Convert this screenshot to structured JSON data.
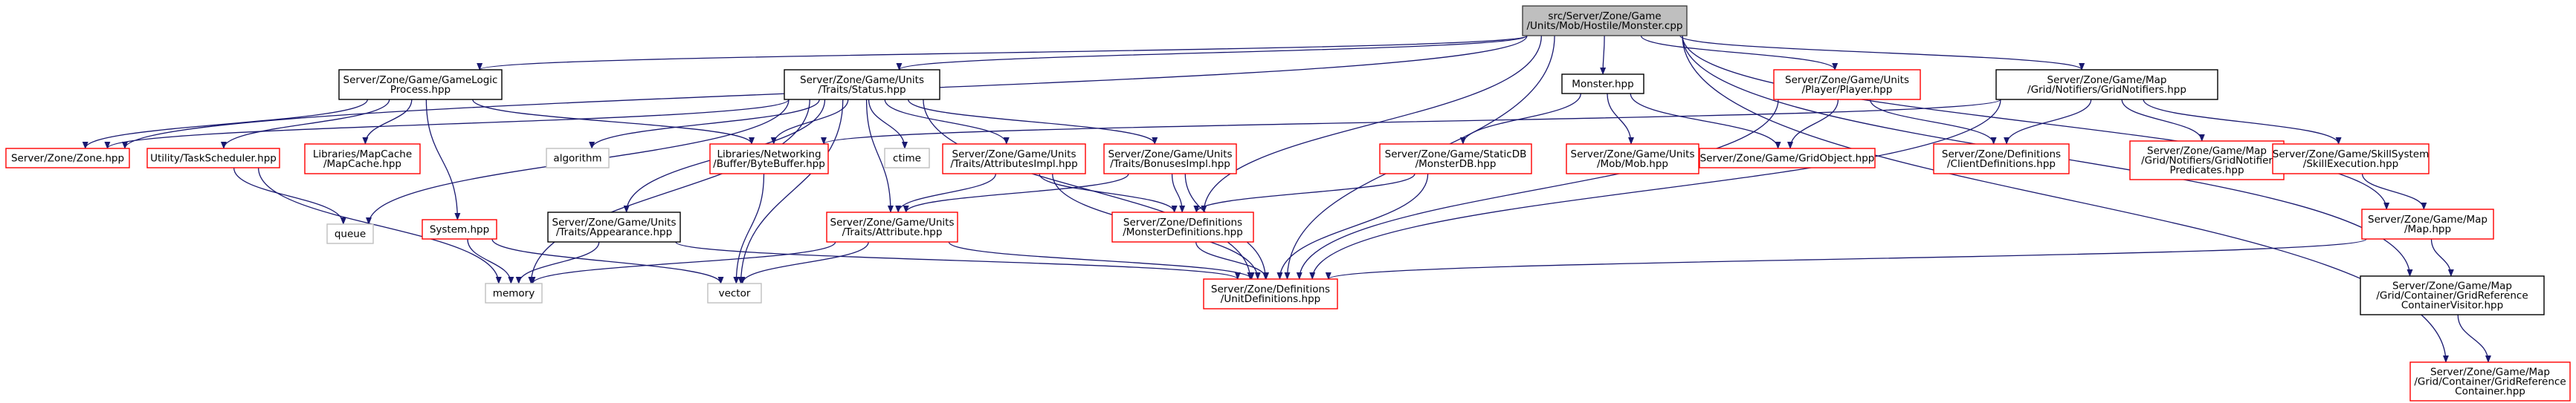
{
  "colors": {
    "root_fill": "#bfbfbf",
    "root_border": "#404040",
    "documented_border": "#000000",
    "missing_border": "#ff0000",
    "external_border": "#bfbfbf",
    "edge": "#191970",
    "background": "#ffffff"
  },
  "nodes": [
    {
      "id": "monster_cpp",
      "kind": "root",
      "lines": [
        "src/Server/Zone/Game",
        "/Units/Mob/Hostile/Monster.cpp"
      ]
    },
    {
      "id": "gamelogic",
      "kind": "documented",
      "lines": [
        "Server/Zone/Game/GameLogic",
        "Process.hpp"
      ]
    },
    {
      "id": "status",
      "kind": "documented",
      "lines": [
        "Server/Zone/Game/Units",
        "/Traits/Status.hpp"
      ]
    },
    {
      "id": "monster_hpp",
      "kind": "documented",
      "lines": [
        "Monster.hpp"
      ]
    },
    {
      "id": "player",
      "kind": "missing",
      "lines": [
        "Server/Zone/Game/Units",
        "/Player/Player.hpp"
      ]
    },
    {
      "id": "gridnotifiers",
      "kind": "documented",
      "lines": [
        "Server/Zone/Game/Map",
        "/Grid/Notifiers/GridNotifiers.hpp"
      ]
    },
    {
      "id": "zone",
      "kind": "missing",
      "lines": [
        "Server/Zone/Zone.hpp"
      ]
    },
    {
      "id": "taskscheduler",
      "kind": "missing",
      "lines": [
        "Utility/TaskScheduler.hpp"
      ]
    },
    {
      "id": "mapcache",
      "kind": "missing",
      "lines": [
        "Libraries/MapCache",
        "/MapCache.hpp"
      ]
    },
    {
      "id": "system",
      "kind": "missing",
      "lines": [
        "System.hpp"
      ]
    },
    {
      "id": "queue",
      "kind": "external",
      "lines": [
        "queue"
      ]
    },
    {
      "id": "memory",
      "kind": "external",
      "lines": [
        "memory"
      ]
    },
    {
      "id": "algorithm",
      "kind": "external",
      "lines": [
        "algorithm"
      ]
    },
    {
      "id": "bytebuffer",
      "kind": "missing",
      "lines": [
        "Libraries/Networking",
        "/Buffer/ByteBuffer.hpp"
      ]
    },
    {
      "id": "ctime",
      "kind": "external",
      "lines": [
        "ctime"
      ]
    },
    {
      "id": "attributesimpl",
      "kind": "missing",
      "lines": [
        "Server/Zone/Game/Units",
        "/Traits/AttributesImpl.hpp"
      ]
    },
    {
      "id": "bonusesimpl",
      "kind": "missing",
      "lines": [
        "Server/Zone/Game/Units",
        "/Traits/BonusesImpl.hpp"
      ]
    },
    {
      "id": "appearance",
      "kind": "documented",
      "lines": [
        "Server/Zone/Game/Units",
        "/Traits/Appearance.hpp"
      ]
    },
    {
      "id": "attribute",
      "kind": "missing",
      "lines": [
        "Server/Zone/Game/Units",
        "/Traits/Attribute.hpp"
      ]
    },
    {
      "id": "vector",
      "kind": "external",
      "lines": [
        "vector"
      ]
    },
    {
      "id": "monsterdb",
      "kind": "missing",
      "lines": [
        "Server/Zone/Game/StaticDB",
        "/MonsterDB.hpp"
      ]
    },
    {
      "id": "mob",
      "kind": "missing",
      "lines": [
        "Server/Zone/Game/Units",
        "/Mob/Mob.hpp"
      ]
    },
    {
      "id": "gridobject",
      "kind": "missing",
      "lines": [
        "Server/Zone/Game/GridObject.hpp"
      ]
    },
    {
      "id": "monsterdefs",
      "kind": "missing",
      "lines": [
        "Server/Zone/Definitions",
        "/MonsterDefinitions.hpp"
      ]
    },
    {
      "id": "unitdefs",
      "kind": "missing",
      "lines": [
        "Server/Zone/Definitions",
        "/UnitDefinitions.hpp"
      ]
    },
    {
      "id": "clientdefs",
      "kind": "missing",
      "lines": [
        "Server/Zone/Definitions",
        "/ClientDefinitions.hpp"
      ]
    },
    {
      "id": "gridnotifierpreds",
      "kind": "missing",
      "lines": [
        "Server/Zone/Game/Map",
        "/Grid/Notifiers/GridNotifier",
        "Predicates.hpp"
      ]
    },
    {
      "id": "skillexec",
      "kind": "missing",
      "lines": [
        "Server/Zone/Game/SkillSystem",
        "/SkillExecution.hpp"
      ]
    },
    {
      "id": "map",
      "kind": "missing",
      "lines": [
        "Server/Zone/Game/Map",
        "/Map.hpp"
      ]
    },
    {
      "id": "gridrefvisitor",
      "kind": "documented",
      "lines": [
        "Server/Zone/Game/Map",
        "/Grid/Container/GridReference",
        "ContainerVisitor.hpp"
      ]
    },
    {
      "id": "gridrefcontainer",
      "kind": "missing",
      "lines": [
        "Server/Zone/Game/Map",
        "/Grid/Container/GridReference",
        "Container.hpp"
      ]
    }
  ],
  "edges": [
    [
      "monster_cpp",
      "gamelogic"
    ],
    [
      "monster_cpp",
      "status"
    ],
    [
      "monster_cpp",
      "monster_hpp"
    ],
    [
      "monster_cpp",
      "player"
    ],
    [
      "monster_cpp",
      "gridnotifiers"
    ],
    [
      "monster_cpp",
      "zone"
    ],
    [
      "monster_cpp",
      "monsterdefs"
    ],
    [
      "monster_cpp",
      "unitdefs"
    ],
    [
      "monster_cpp",
      "map"
    ],
    [
      "monster_cpp",
      "gridrefvisitor"
    ],
    [
      "monster_cpp",
      "gridrefcontainer"
    ],
    [
      "gamelogic",
      "zone"
    ],
    [
      "gamelogic",
      "taskscheduler"
    ],
    [
      "gamelogic",
      "mapcache"
    ],
    [
      "gamelogic",
      "system"
    ],
    [
      "gamelogic",
      "bytebuffer"
    ],
    [
      "status",
      "zone"
    ],
    [
      "status",
      "queue"
    ],
    [
      "status",
      "memory"
    ],
    [
      "status",
      "algorithm"
    ],
    [
      "status",
      "bytebuffer"
    ],
    [
      "status",
      "ctime"
    ],
    [
      "status",
      "attributesimpl"
    ],
    [
      "status",
      "bonusesimpl"
    ],
    [
      "status",
      "appearance"
    ],
    [
      "status",
      "attribute"
    ],
    [
      "status",
      "vector"
    ],
    [
      "status",
      "unitdefs"
    ],
    [
      "taskscheduler",
      "queue"
    ],
    [
      "taskscheduler",
      "memory"
    ],
    [
      "system",
      "memory"
    ],
    [
      "system",
      "vector"
    ],
    [
      "bytebuffer",
      "vector"
    ],
    [
      "attributesimpl",
      "attribute"
    ],
    [
      "attributesimpl",
      "monsterdefs"
    ],
    [
      "attributesimpl",
      "unitdefs"
    ],
    [
      "bonusesimpl",
      "attribute"
    ],
    [
      "bonusesimpl",
      "monsterdefs"
    ],
    [
      "bonusesimpl",
      "unitdefs"
    ],
    [
      "appearance",
      "memory"
    ],
    [
      "appearance",
      "unitdefs"
    ],
    [
      "attribute",
      "memory"
    ],
    [
      "attribute",
      "vector"
    ],
    [
      "attribute",
      "unitdefs"
    ],
    [
      "monster_hpp",
      "monsterdb"
    ],
    [
      "monster_hpp",
      "mob"
    ],
    [
      "monster_hpp",
      "gridobject"
    ],
    [
      "monsterdb",
      "monsterdefs"
    ],
    [
      "monsterdb",
      "unitdefs"
    ],
    [
      "monsterdefs",
      "unitdefs"
    ],
    [
      "player",
      "gridobject"
    ],
    [
      "player",
      "clientdefs"
    ],
    [
      "player",
      "unitdefs"
    ],
    [
      "gridnotifiers",
      "bytebuffer"
    ],
    [
      "gridnotifiers",
      "clientdefs"
    ],
    [
      "gridnotifiers",
      "gridnotifierpreds"
    ],
    [
      "gridnotifiers",
      "skillexec"
    ],
    [
      "gridnotifiers",
      "unitdefs"
    ],
    [
      "skillexec",
      "map"
    ],
    [
      "map",
      "unitdefs"
    ],
    [
      "map",
      "gridrefvisitor"
    ],
    [
      "gridrefvisitor",
      "gridrefcontainer"
    ]
  ]
}
